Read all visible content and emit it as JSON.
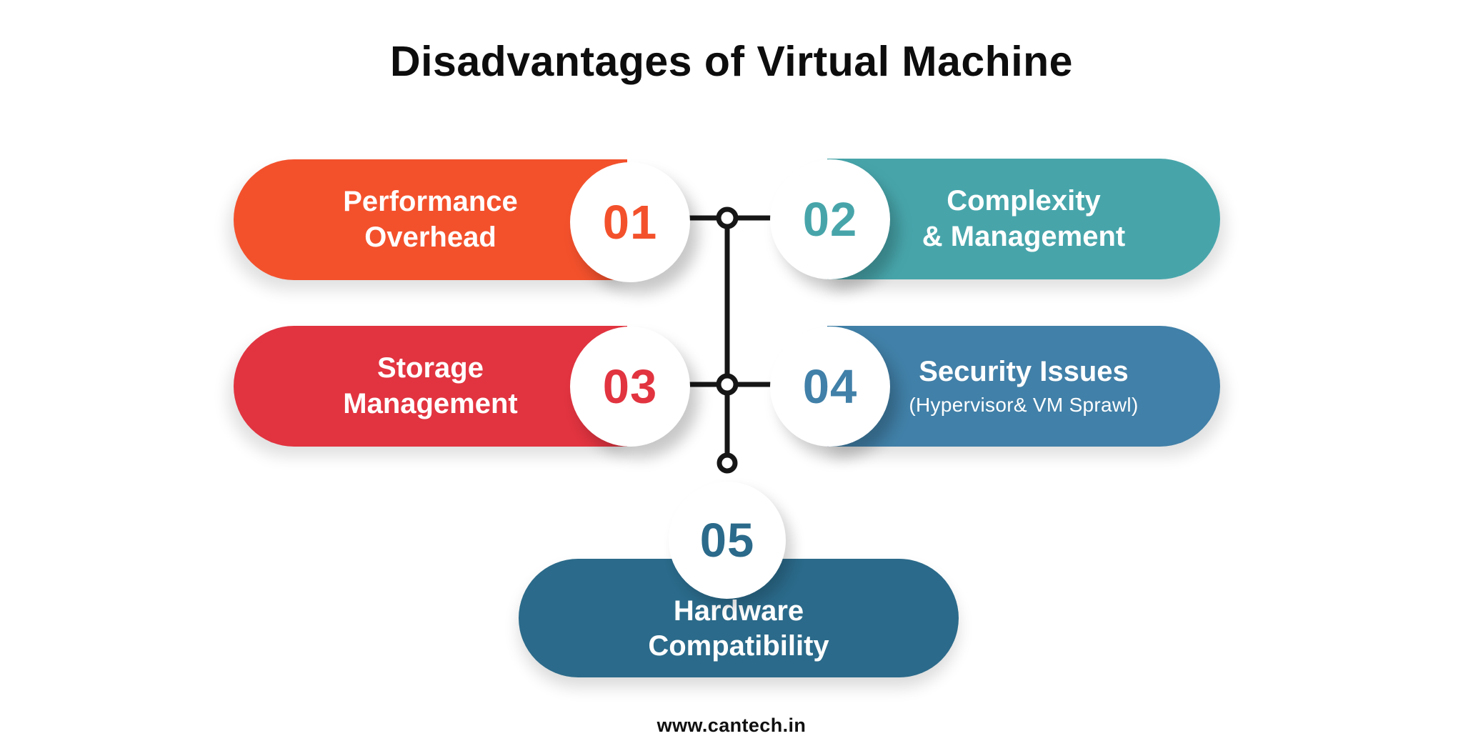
{
  "title": "Disadvantages of Virtual Machine",
  "website": "www.cantech.in",
  "connector": {
    "line_color": "#161616"
  },
  "items": [
    {
      "id": "performance-overhead",
      "number": "01",
      "lines": [
        "Performance",
        "Overhead"
      ],
      "color": "#F3512C"
    },
    {
      "id": "complexity-management",
      "number": "02",
      "lines": [
        "Complexity",
        "& Management"
      ],
      "color": "#47A5AA"
    },
    {
      "id": "storage-management",
      "number": "03",
      "lines": [
        "Storage",
        "Management"
      ],
      "color": "#E13440"
    },
    {
      "id": "security-issues",
      "number": "04",
      "lines": [
        "Security Issues",
        "(Hypervisor& VM Sprawl)"
      ],
      "color": "#4180A8"
    },
    {
      "id": "hardware-compatibility",
      "number": "05",
      "lines": [
        "Hardware",
        "Compatibility"
      ],
      "color": "#2B6A8A"
    }
  ]
}
